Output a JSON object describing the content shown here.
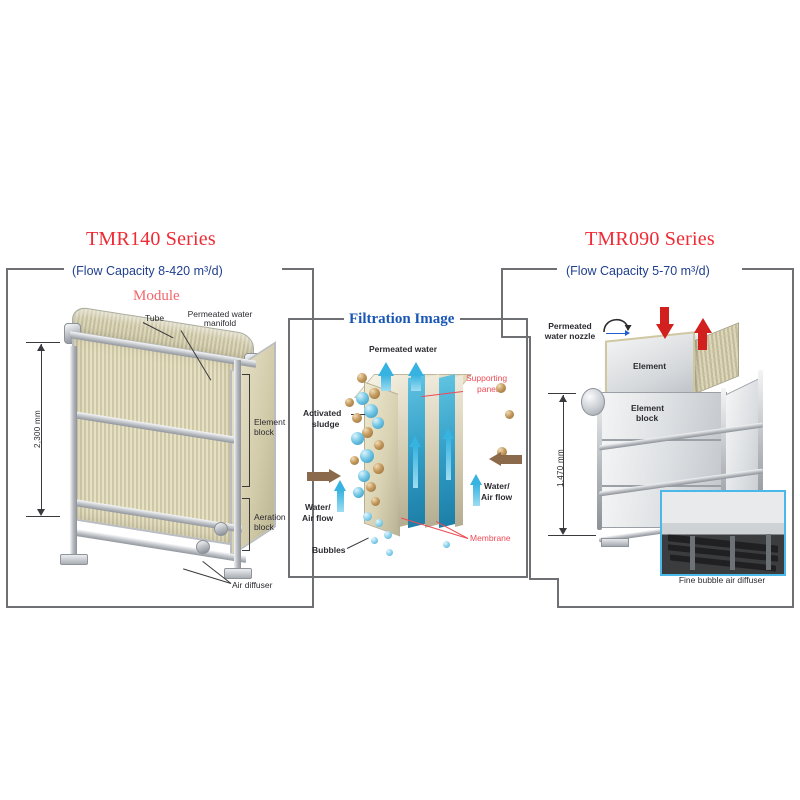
{
  "figure": {
    "title": "Toray membrane module product lineup comparison",
    "background_color": "#ffffff"
  },
  "panels": {
    "left": {
      "series_title": "TMR140 Series",
      "flow_capacity": "(Flow Capacity 8-420 m³/d)",
      "module_caption": "Module",
      "labels": {
        "tube": "Tube",
        "manifold_line1": "Permeated water",
        "manifold_line2": "manifold",
        "height": "2,300 mm",
        "element_block_line1": "Element",
        "element_block_line2": "block",
        "aeration_block_line1": "Aeration",
        "aeration_block_line2": "block",
        "air_diffuser": "Air diffuser"
      }
    },
    "middle": {
      "heading": "Filtration Image",
      "labels": {
        "permeated_water": "Permeated water",
        "supporting_panel_line1": "Supporting",
        "supporting_panel_line2": "panel",
        "activated_sludge_line1": "Activated",
        "activated_sludge_line2": "sludge",
        "water_air_flow_left_line1": "Water/",
        "water_air_flow_left_line2": "Air flow",
        "water_air_flow_right_line1": "Water/",
        "water_air_flow_right_line2": "Air flow",
        "bubbles": "Bubbles",
        "membrane": "Membrane"
      }
    },
    "right": {
      "series_title": "TMR090 Series",
      "flow_capacity": "(Flow Capacity 5-70 m³/d)",
      "labels": {
        "permeated_nozzle_line1": "Permeated",
        "permeated_nozzle_line2": "water nozzle",
        "element": "Element",
        "height": "1,470 mm",
        "element_block_line1": "Element",
        "element_block_line2": "block",
        "fine_bubble_diffuser": "Fine bubble air diffuser"
      }
    }
  },
  "colors": {
    "series_title_red": "#ee2b35",
    "flow_capacity_blue": "#1f3f8f",
    "heading_blue": "#1a57b5",
    "module_caption_red": "#f4656a",
    "callout_red": "#ef4b55",
    "frame_gray": "#6e7073",
    "membrane_cyan": "#2f9bc4",
    "arrow_red": "#d2201f",
    "inset_border_blue": "#4ab8e8"
  }
}
